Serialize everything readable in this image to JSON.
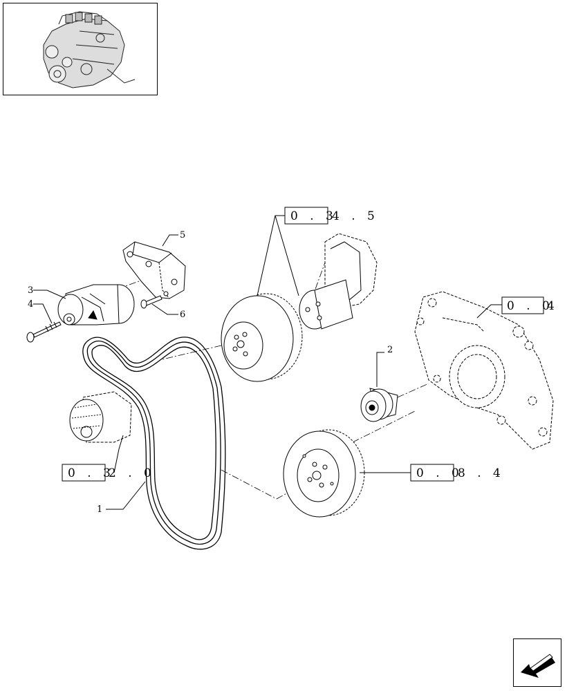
{
  "callouts": {
    "c1": "1",
    "c2": "2",
    "c3": "3",
    "c4": "4",
    "c5": "5",
    "c6": "6"
  },
  "references": {
    "r_water_pump": {
      "boxed": "0 . 3",
      "rest": "4 . 5"
    },
    "r_timing_cover": {
      "boxed": "0 . 0",
      "rest": "4 ."
    },
    "r_tensioner": {
      "boxed": "0 . 3",
      "rest": "2 . 0"
    },
    "r_crank_pulley": {
      "boxed": "0 . 0",
      "rest": "8 . 4"
    }
  },
  "icons": {
    "thumbnail": "engine-thumbnail-icon",
    "navigation": "back-arrow-icon"
  }
}
